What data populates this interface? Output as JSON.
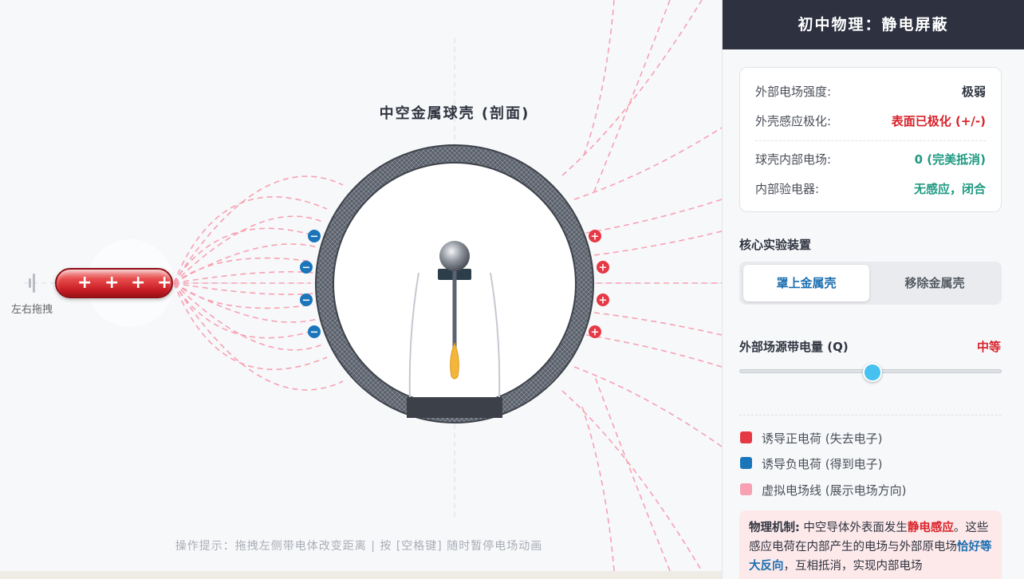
{
  "stage": {
    "shell_title": "中空金属球壳 (剖面)",
    "drag_hint": "左右拖拽",
    "operation_tip": "操作提示：拖拽左侧带电体改变距离 | 按 [空格键] 随时暂停电场动画",
    "rod_charge_symbol": "+",
    "negative_symbol": "−",
    "positive_symbol": "+"
  },
  "panel": {
    "title": "初中物理：静电屏蔽",
    "status": [
      {
        "label": "外部电场强度:",
        "value": "极弱",
        "color": "#2f3440"
      },
      {
        "label": "外壳感应极化:",
        "value": "表面已极化 (+/-)",
        "color": "#d8232a"
      },
      {
        "label": "球壳内部电场:",
        "value": "0 (完美抵消)",
        "color": "#1f9a82"
      },
      {
        "label": "内部验电器:",
        "value": "无感应，闭合",
        "color": "#1f9a82"
      }
    ],
    "device_label": "核心实验装置",
    "toggle": {
      "cover": "罩上金属壳",
      "remove": "移除金属壳"
    },
    "charge_label": "外部场源带电量 (Q)",
    "charge_value": "中等",
    "charge_fraction": 0.5,
    "legend": [
      {
        "label": "诱导正电荷 (失去电子)",
        "color": "#e63946"
      },
      {
        "label": "诱导负电荷 (得到电子)",
        "color": "#1b75bb"
      },
      {
        "label": "虚拟电场线 (展示电场方向)",
        "color": "#f7a1b2"
      }
    ],
    "mechanism": {
      "head": "物理机制:",
      "t1": " 中空导体外表面发生",
      "h1": "静电感应",
      "t2": "。这些感应电荷在内部产生的电场与外部原电场",
      "h2": "恰好等大反向",
      "t3": "，互相抵消，实现内部电场"
    }
  },
  "colors": {
    "positive": "#e63946",
    "negative": "#1b75bb",
    "field_line": "#f7a1b2",
    "accent": "#1c6fb0"
  }
}
